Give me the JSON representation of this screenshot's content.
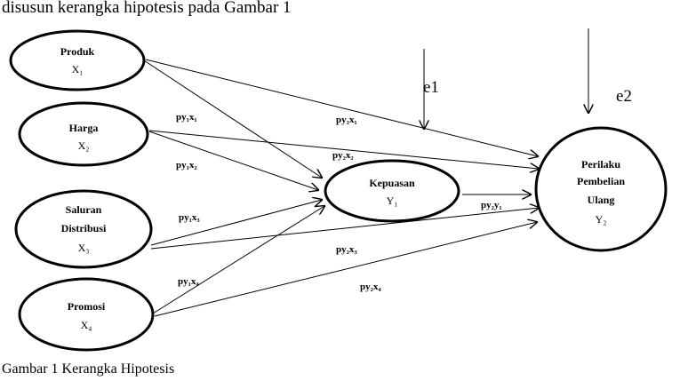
{
  "intro_text": "disusun kerangka hipotesis pada Gambar 1",
  "caption": "Gambar 1 Kerangka Hipotesis",
  "nodes": {
    "produk": {
      "lines": [
        "Produk"
      ],
      "symbol": "X₁"
    },
    "harga": {
      "lines": [
        "Harga"
      ],
      "symbol": "X₂"
    },
    "saluran": {
      "lines": [
        "Saluran",
        "Distribusi"
      ],
      "symbol": "X₃"
    },
    "promosi": {
      "lines": [
        "Promosi"
      ],
      "symbol": "X₄"
    },
    "kepuasan": {
      "lines": [
        "Kepuasan"
      ],
      "symbol": "Y₁"
    },
    "perilaku": {
      "lines": [
        "Perilaku",
        "Pembelian",
        "Ulang"
      ],
      "symbol": "Y₂"
    }
  },
  "path_labels": {
    "py1x1": "py₁x₁",
    "py1x2": "py₁x₂",
    "py1x3": "py₁x₃",
    "py1x4": "py₁x₄",
    "py2x1": "py₂x₁",
    "py2x2": "py₂x₂",
    "py2x3": "py₂x₃",
    "py2x4": "py₂x₄",
    "py2y1": "py₂y₁"
  },
  "errors": {
    "e1": "e1",
    "e2": "e2"
  }
}
